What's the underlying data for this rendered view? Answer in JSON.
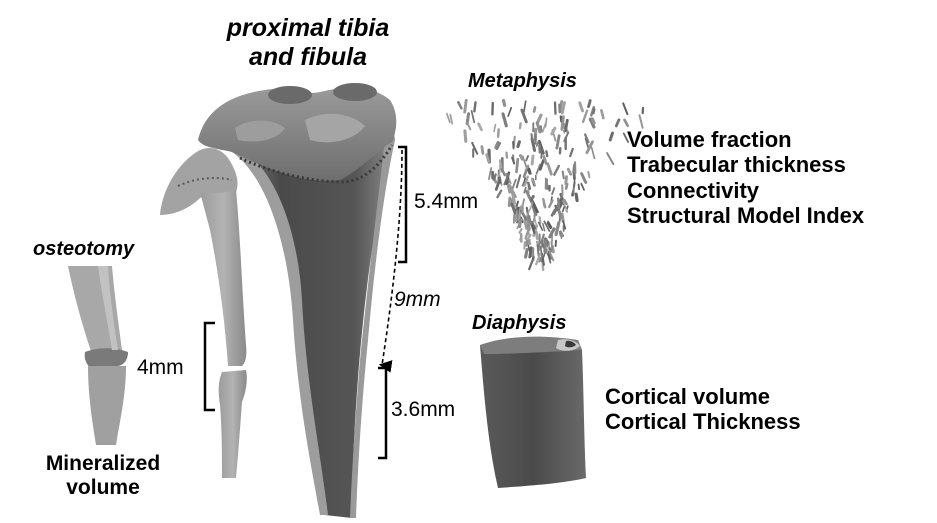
{
  "figure": {
    "title_lines": [
      "proximal tibia",
      "and fibula"
    ],
    "metaphysis": {
      "heading": "Metaphysis",
      "metrics": [
        "Volume fraction",
        "Trabecular thickness",
        "Connectivity",
        "Structural Model Index"
      ]
    },
    "diaphysis": {
      "heading": "Diaphysis",
      "metrics": [
        "Cortical volume",
        "Cortical Thickness"
      ]
    },
    "osteotomy": {
      "heading": "osteotomy",
      "caption_lines": [
        "Mineralized",
        "volume"
      ],
      "gap_label": "4mm"
    },
    "measurements": {
      "metaphysis_length": "5.4mm",
      "offset": "9mm",
      "diaphysis_length": "3.6mm"
    },
    "colors": {
      "bone_light": "#a9a9a9",
      "bone_mid": "#8a8a8a",
      "bone_dark": "#4a4a4a",
      "text": "#000000"
    }
  }
}
